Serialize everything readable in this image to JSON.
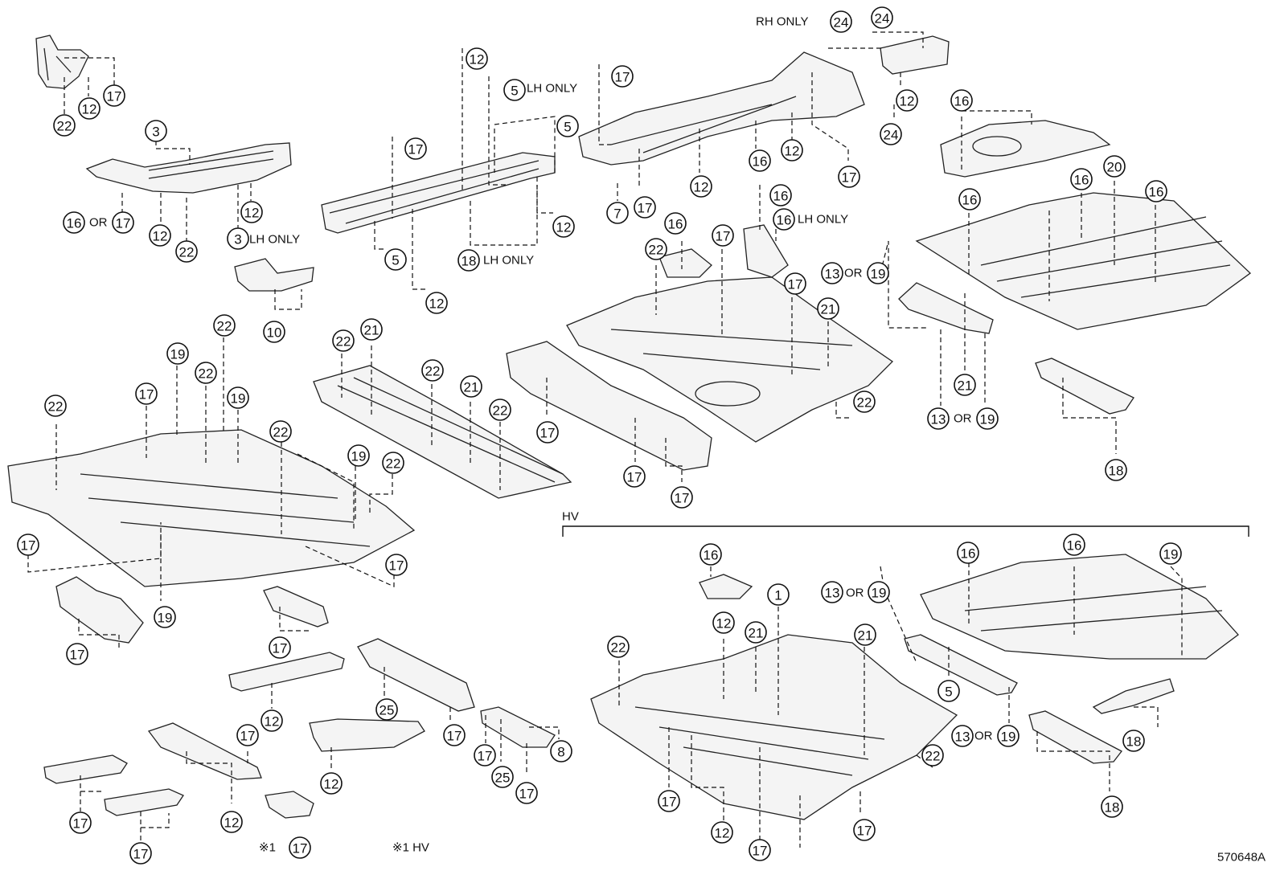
{
  "drawing_id": "570648A",
  "section_label": "HV",
  "footnote": "※1 HV",
  "labels": {
    "rh_only": "RH ONLY",
    "lh_only": "LH ONLY",
    "or": "OR",
    "mark_1": "※1"
  },
  "callouts": [
    "1",
    "3",
    "5",
    "7",
    "8",
    "10",
    "12",
    "13",
    "16",
    "17",
    "18",
    "19",
    "20",
    "21",
    "22",
    "24",
    "25"
  ]
}
